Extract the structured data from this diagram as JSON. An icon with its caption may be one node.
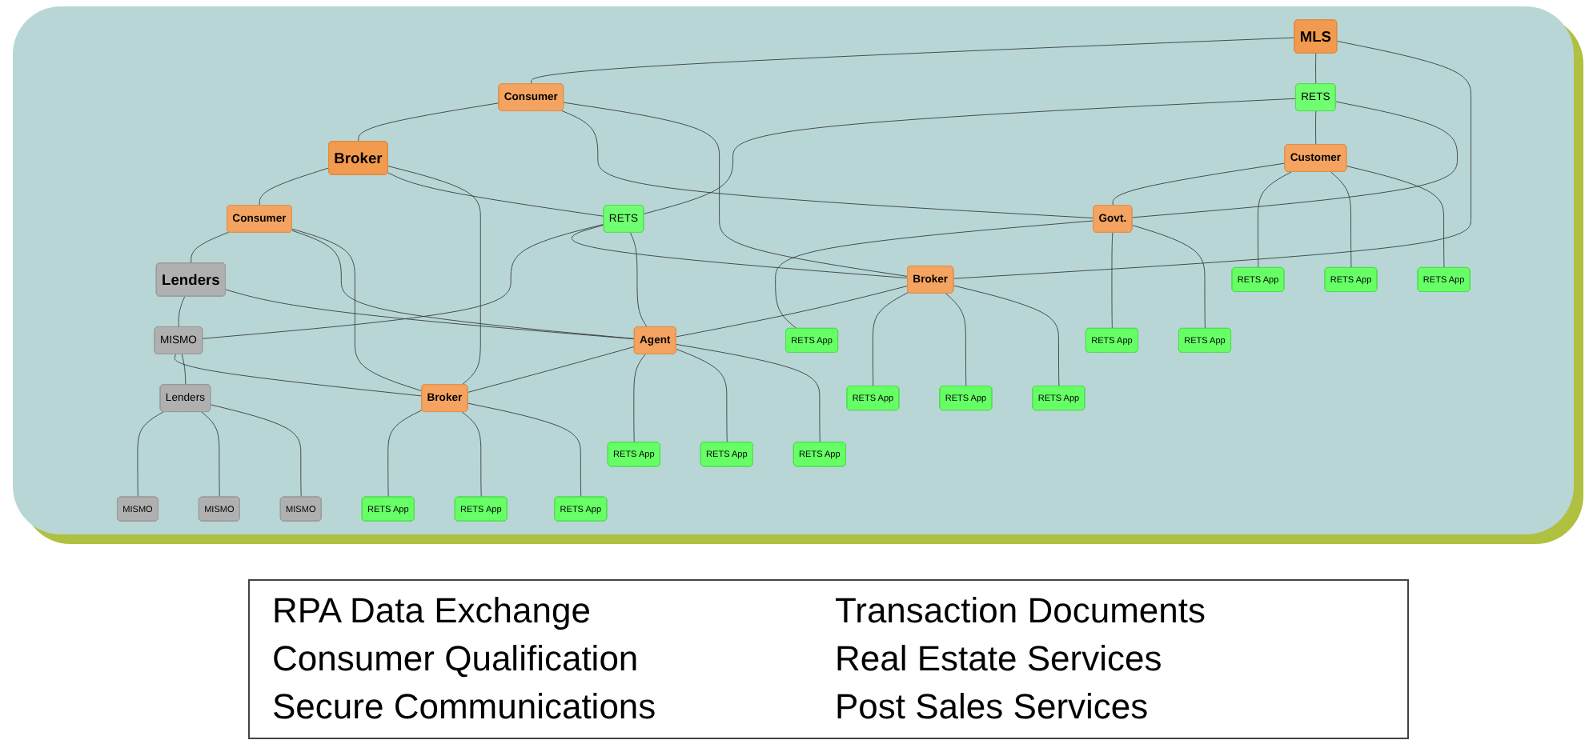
{
  "diagram": {
    "nodes": [
      {
        "text": [
          "MLS"
        ]
      },
      {
        "text": [
          "Consumer"
        ]
      },
      {
        "text": [
          "Broker"
        ]
      },
      {
        "text": [
          "Consumer"
        ]
      },
      {
        "text": [
          "Lenders"
        ]
      },
      {
        "text": [
          "RETS"
        ]
      },
      {
        "text": [
          "RETS"
        ]
      },
      {
        "text": [
          "MISMO"
        ]
      },
      {
        "text": [
          "Customer"
        ]
      },
      {
        "text": [
          "Govt."
        ]
      },
      {
        "text": [
          "Broker"
        ]
      },
      {
        "text": [
          "Agent"
        ]
      },
      {
        "text": [
          "Broker"
        ]
      },
      {
        "text": [
          "Lenders"
        ]
      },
      {
        "text": [
          "RETS App"
        ]
      },
      {
        "text": [
          "RETS App"
        ]
      },
      {
        "text": [
          "RETS App"
        ]
      },
      {
        "text": [
          "RETS App"
        ]
      },
      {
        "text": [
          "RETS App"
        ]
      },
      {
        "text": [
          "RETS App"
        ]
      },
      {
        "text": [
          "RETS App"
        ]
      },
      {
        "text": [
          "RETS App"
        ]
      },
      {
        "text": [
          "RETS App"
        ]
      },
      {
        "text": [
          "RETS App"
        ]
      },
      {
        "text": [
          "RETS App"
        ]
      },
      {
        "text": [
          "RETS App"
        ]
      },
      {
        "text": [
          "RETS App"
        ]
      },
      {
        "text": [
          "RETS App"
        ]
      },
      {
        "text": [
          "RETS App"
        ]
      },
      {
        "text": [
          "MISMO"
        ]
      },
      {
        "text": [
          "MISMO"
        ]
      },
      {
        "text": [
          "MISMO"
        ]
      }
    ],
    "edges": [
      {
        "from": 0,
        "to": 1,
        "arrow": "none"
      },
      {
        "from": 1,
        "to": 2,
        "arrow": "none"
      },
      {
        "from": 2,
        "to": 3,
        "arrow": "none"
      },
      {
        "from": 3,
        "to": 4,
        "arrow": "none"
      },
      {
        "from": 0,
        "to": 5,
        "arrow": "none"
      },
      {
        "from": 2,
        "to": 6,
        "arrow": "none"
      },
      {
        "from": 4,
        "to": 7,
        "arrow": "none"
      },
      {
        "from": 5,
        "to": 6,
        "arrow": "none"
      },
      {
        "from": 6,
        "to": 7,
        "arrow": "none"
      },
      {
        "from": 5,
        "to": 8,
        "arrow": "none"
      },
      {
        "from": 5,
        "to": 9,
        "arrow": "none"
      },
      {
        "from": 1,
        "to": 9,
        "arrow": "none"
      },
      {
        "from": 0,
        "to": 10,
        "arrow": "none"
      },
      {
        "from": 1,
        "to": 10,
        "arrow": "none"
      },
      {
        "from": 6,
        "to": 10,
        "arrow": "none"
      },
      {
        "from": 6,
        "to": 11,
        "arrow": "none"
      },
      {
        "from": 3,
        "to": 11,
        "arrow": "none"
      },
      {
        "from": 4,
        "to": 11,
        "arrow": "none"
      },
      {
        "from": 2,
        "to": 12,
        "arrow": "none"
      },
      {
        "from": 3,
        "to": 12,
        "arrow": "none"
      },
      {
        "from": 7,
        "to": 12,
        "arrow": "none"
      },
      {
        "from": 7,
        "to": 13,
        "arrow": "none"
      },
      {
        "from": 8,
        "to": 9,
        "arrow": "none"
      },
      {
        "from": 10,
        "to": 11,
        "arrow": "none"
      },
      {
        "from": 11,
        "to": 12,
        "arrow": "none"
      },
      {
        "from": 8,
        "to": 14,
        "arrow": "none"
      },
      {
        "from": 8,
        "to": 15,
        "arrow": "none"
      },
      {
        "from": 8,
        "to": 16,
        "arrow": "none"
      },
      {
        "from": 9,
        "to": 17,
        "arrow": "none"
      },
      {
        "from": 9,
        "to": 18,
        "arrow": "none"
      },
      {
        "from": 9,
        "to": 19,
        "arrow": "none"
      },
      {
        "from": 10,
        "to": 20,
        "arrow": "none"
      },
      {
        "from": 10,
        "to": 21,
        "arrow": "none"
      },
      {
        "from": 10,
        "to": 22,
        "arrow": "none"
      },
      {
        "from": 11,
        "to": 23,
        "arrow": "none"
      },
      {
        "from": 11,
        "to": 24,
        "arrow": "none"
      },
      {
        "from": 11,
        "to": 25,
        "arrow": "none"
      },
      {
        "from": 12,
        "to": 26,
        "arrow": "none"
      },
      {
        "from": 12,
        "to": 27,
        "arrow": "none"
      },
      {
        "from": 12,
        "to": 28,
        "arrow": "none"
      },
      {
        "from": 13,
        "to": 29,
        "arrow": "none"
      },
      {
        "from": 13,
        "to": 30,
        "arrow": "none"
      },
      {
        "from": 13,
        "to": 31,
        "arrow": "none"
      }
    ],
    "labels": [
      "RPA Data Exchange",
      "Transaction Documents",
      "Consumer Qualification",
      "Real Estate Services",
      "Secure Communications",
      "Post Sales Services"
    ]
  }
}
